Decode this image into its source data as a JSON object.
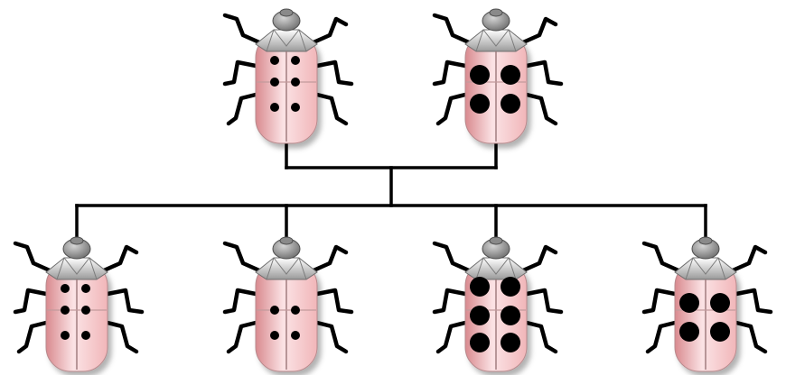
{
  "diagram": {
    "type": "pedigree",
    "colors": {
      "body_light": "#fbe3e5",
      "body_mid": "#f1b6b9",
      "body_dark": "#d98a8f",
      "shell": "#9a9a9a",
      "head": "#6f6f6f",
      "spot": "#000000",
      "line": "#000000"
    },
    "parents": [
      {
        "id": "parent-small-spots",
        "spot_size": "small",
        "spot_count": 6
      },
      {
        "id": "parent-large-spots",
        "spot_size": "large",
        "spot_count": 4
      }
    ],
    "offspring": [
      {
        "id": "offspring-1",
        "spot_size": "small",
        "spot_count": 6
      },
      {
        "id": "offspring-2",
        "spot_size": "small",
        "spot_count": 4
      },
      {
        "id": "offspring-3",
        "spot_size": "large",
        "spot_count": 6
      },
      {
        "id": "offspring-4",
        "spot_size": "large",
        "spot_count": 4
      }
    ]
  }
}
